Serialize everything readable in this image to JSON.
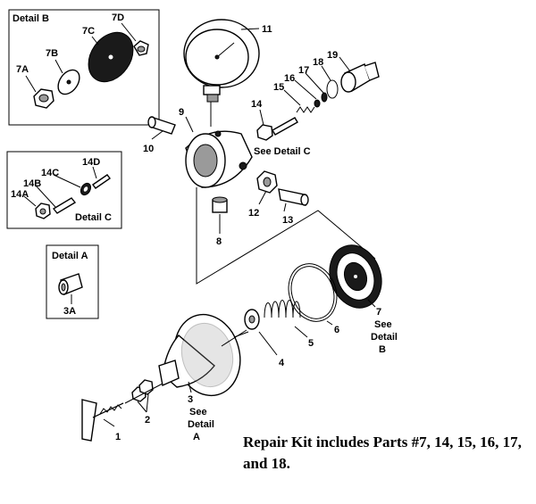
{
  "detail_b": {
    "title": "Detail B",
    "parts": [
      "7A",
      "7B",
      "7C",
      "7D"
    ]
  },
  "detail_c": {
    "title": "Detail C",
    "parts": [
      "14A",
      "14B",
      "14C",
      "14D"
    ]
  },
  "detail_a": {
    "title": "Detail A",
    "parts": [
      "3A"
    ]
  },
  "callouts": {
    "p1": "1",
    "p2": "2",
    "p3": "3",
    "p4": "4",
    "p5": "5",
    "p6": "6",
    "p7": "7",
    "p8": "8",
    "p9": "9",
    "p10": "10",
    "p11": "11",
    "p12": "12",
    "p13": "13",
    "p14": "14",
    "p15": "15",
    "p16": "16",
    "p17": "17",
    "p18": "18",
    "p19": "19"
  },
  "see_detail_c": "See Detail C",
  "see_detail_b": [
    "See",
    "Detail",
    "B"
  ],
  "see_detail_a": [
    "See",
    "Detail",
    "A"
  ],
  "repair_note": "Repair Kit includes Parts #7, 14, 15, 16, 17, and 18."
}
